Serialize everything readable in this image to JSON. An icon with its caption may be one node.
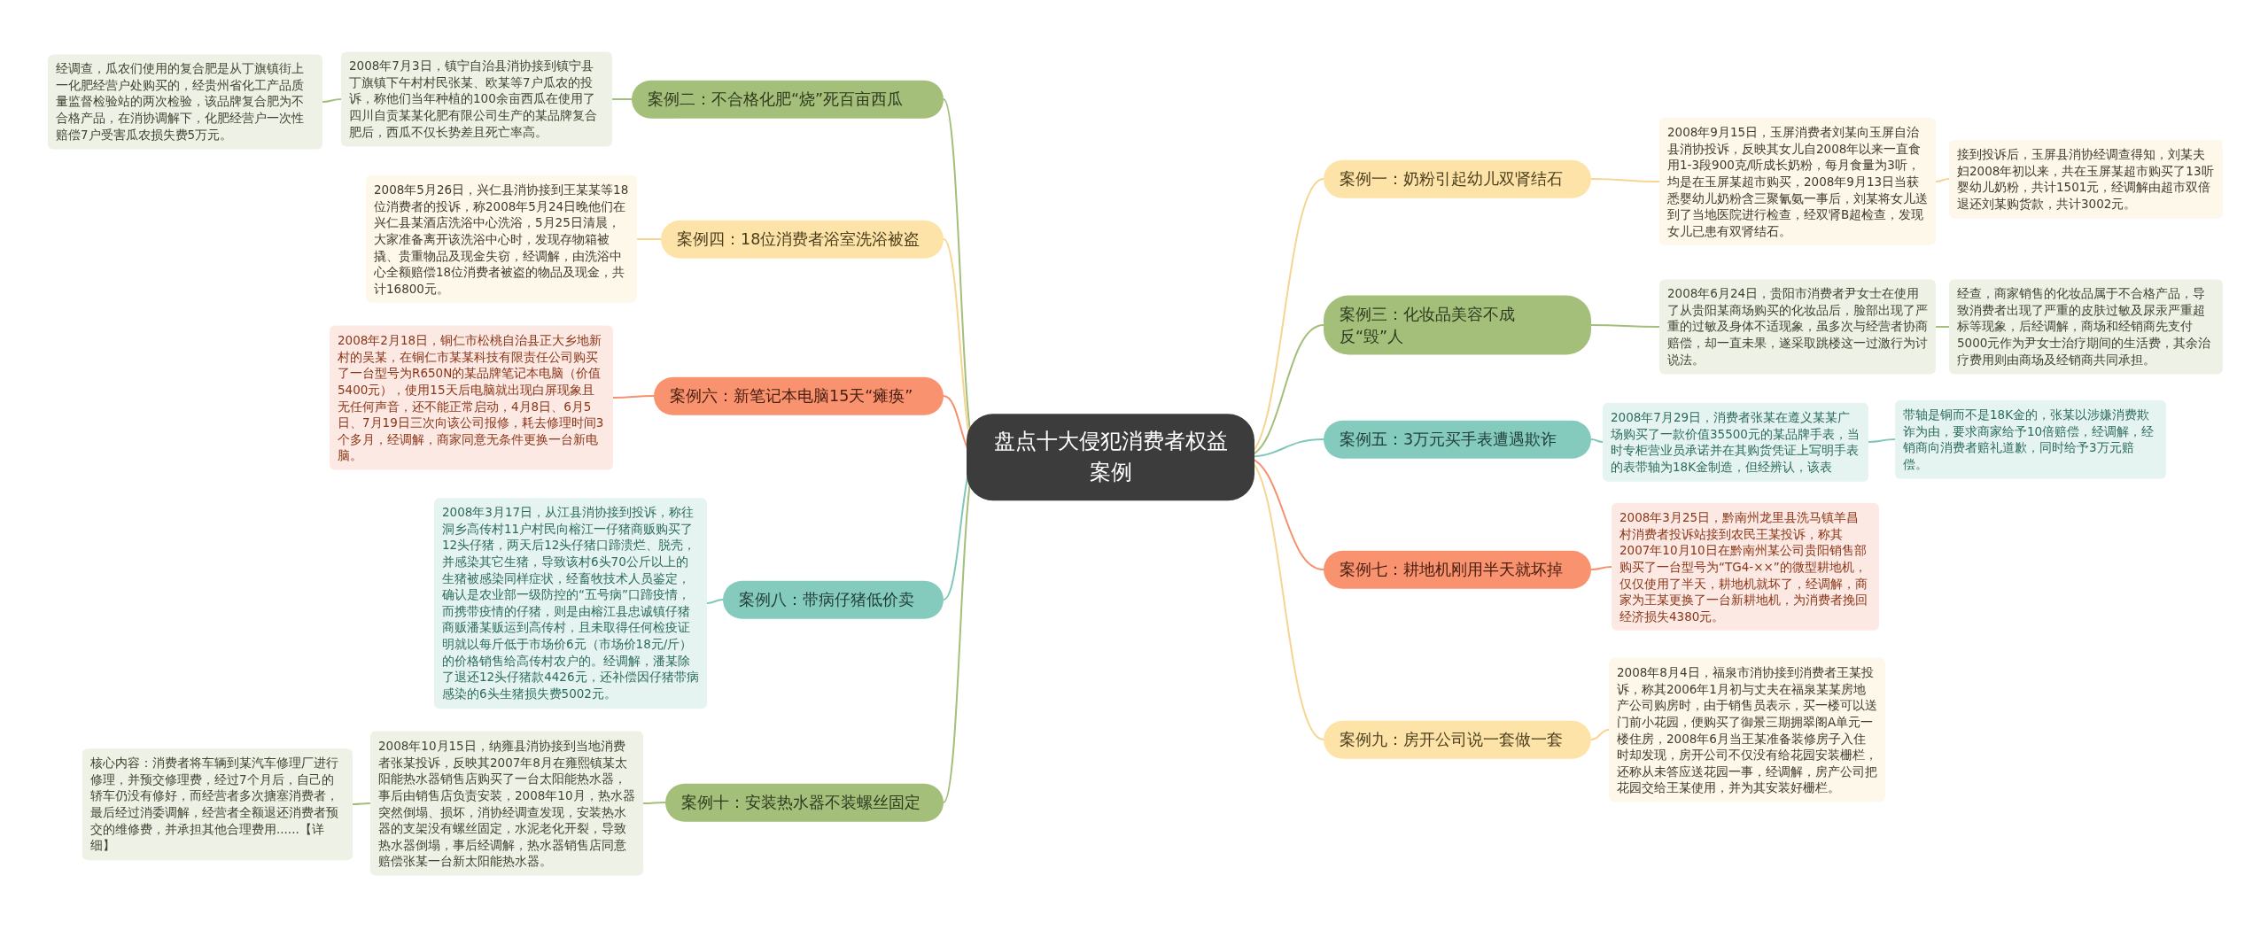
{
  "diagram": {
    "nodes": [
      {
        "text": [
          "盘点十大侵犯消费者权益案例"
        ]
      },
      {
        "text": [
          "案例二：不合格化肥“烧”死百亩西瓜"
        ]
      },
      {
        "text": [
          "2008年7月3日，镇宁自治县消协接到镇宁县丁旗镇下午村村民张某、欧某等7户瓜农的投诉，称他们当年种植的100余亩西瓜在使用了四川自贡某某化肥有限公司生产的某品牌复合肥后，西瓜不仅长势差且死亡率高。"
        ]
      },
      {
        "text": [
          "经调查，瓜农们使用的复合肥是从丁旗镇街上一化肥经营户处购买的，经贵州省化工产品质量监督检验站的两次检验，该品牌复合肥为不合格产品，在消协调解下，化肥经营户一次性赔偿7户受害瓜农损失费5万元。"
        ]
      },
      {
        "text": [
          "案例四：18位消费者浴室洗浴被盗"
        ]
      },
      {
        "text": [
          "2008年5月26日，兴仁县消协接到王某某等18位消费者的投诉，称2008年5月24日晚他们在兴仁县某酒店洗浴中心洗浴，5月25日清晨，大家准备离开该洗浴中心时，发现存物箱被撬、贵重物品及现金失窃，经调解，由洗浴中心全额赔偿18位消费者被盗的物品及现金，共计16800元。"
        ]
      },
      {
        "text": [
          "案例六：新笔记本电脑15天“瘫痪”"
        ]
      },
      {
        "text": [
          "2008年2月18日，铜仁市松桃自治县正大乡地新村的吴某，在铜仁市某某科技有限责任公司购买了一台型号为R650N的某品牌笔记本电脑（价值5400元），使用15天后电脑就出现白屏现象且无任何声音，还不能正常启动，4月8日、6月5日、7月19日三次向该公司报修，耗去修理时间3个多月，经调解，商家同意无条件更换一台新电脑。"
        ]
      },
      {
        "text": [
          "案例八：带病仔猪低价卖"
        ]
      },
      {
        "text": [
          "2008年3月17日，从江县消协接到投诉，称往洞乡高传村11户村民向榕江一仔猪商贩购买了12头仔猪，两天后12头仔猪口蹄溃烂、脱壳，并感染其它生猪，导致该村6头70公斤以上的生猪被感染同样症状，经畜牧技术人员鉴定，确认是农业部一级防控的“五号病”口蹄疫情，而携带疫情的仔猪，则是由榕江县忠诚镇仔猪商贩潘某贩运到高传村，且未取得任何检疫证明就以每斤低于市场价6元（市场价18元/斤）的价格销售给高传村农户的。经调解，潘某除了退还12头仔猪款4426元，还补偿因仔猪带病感染的6头生猪损失费5002元。"
        ]
      },
      {
        "text": [
          "案例十：安装热水器不装螺丝固定"
        ]
      },
      {
        "text": [
          "2008年10月15日，纳雍县消协接到当地消费者张某投诉，反映其2007年8月在雍熙镇某太阳能热水器销售店购买了一台太阳能热水器，事后由销售店负责安装，2008年10月，热水器突然倒塌、损坏，消协经调查发现，安装热水器的支架没有螺丝固定，水泥老化开裂，导致热水器倒塌，事后经调解，热水器销售店同意赔偿张某一台新太阳能热水器。"
        ]
      },
      {
        "text": [
          "核心内容：消费者将车辆到某汽车修理厂进行修理，并预交修理费，经过7个月后，自己的轿车仍没有修好，而经营者多次搪塞消费者，最后经过消委调解，经营者全额退还消费者预交的维修费，并承担其他合理费用......【详细】"
        ]
      },
      {
        "text": [
          "案例一：奶粉引起幼儿双肾结石"
        ]
      },
      {
        "text": [
          "2008年9月15日，玉屏消费者刘某向玉屏自治县消协投诉，反映其女儿自2008年以来一直食用1-3段900克/听成长奶粉，每月食量为3听，均是在玉屏某超市购买，2008年9月13日当获悉婴幼儿奶粉含三聚氰氨一事后，刘某将女儿送到了当地医院进行检查，经双肾B超检查，发现女儿已患有双肾结石。"
        ]
      },
      {
        "text": [
          "接到投诉后，玉屏县消协经调查得知，刘某夫妇2008年初以来，共在玉屏某超市购买了13听婴幼儿奶粉，共计1501元，经调解由超市双倍退还刘某购货款，共计3002元。"
        ]
      },
      {
        "text": [
          "案例三：化妆品美容不成反“毁”人"
        ]
      },
      {
        "text": [
          "2008年6月24日，贵阳市消费者尹女士在使用了从贵阳某商场购买的化妆品后，脸部出现了严重的过敏及身体不适现象，虽多次与经营者协商赔偿，却一直未果，遂采取跳楼这一过激行为讨说法。"
        ]
      },
      {
        "text": [
          "经查，商家销售的化妆品属于不合格产品，导致消费者出现了严重的皮肤过敏及尿汞严重超标等现象，后经调解，商场和经销商先支付5000元作为尹女士治疗期间的生活费，其余治疗费用则由商场及经销商共同承担。"
        ]
      },
      {
        "text": [
          "案例五：3万元买手表遭遇欺诈"
        ]
      },
      {
        "text": [
          "2008年7月29日，消费者张某在遵义某某广场购买了一款价值35500元的某品牌手表，当时专柜营业员承诺并在其购货凭证上写明手表的表带轴为18K金制造，但经辨认，该表"
        ]
      },
      {
        "text": [
          "带轴是铜而不是18K金的，张某以涉嫌消费欺诈为由，要求商家给予10倍赔偿，经调解，经销商向消费者赔礼道歉，同时给予3万元赔偿。"
        ]
      },
      {
        "text": [
          "案例七：耕地机刚用半天就坏掉"
        ]
      },
      {
        "text": [
          "2008年3月25日，黔南州龙里县洗马镇羊昌村消费者投诉站接到农民王某投诉，称其2007年10月10日在黔南州某公司贵阳销售部购买了一台型号为“TG4-××”的微型耕地机，仅仅使用了半天，耕地机就坏了，经调解，商家为王某更换了一台新耕地机，为消费者挽回经济损失4380元。"
        ]
      },
      {
        "text": [
          "案例九：房开公司说一套做一套"
        ]
      },
      {
        "text": [
          "2008年8月4日，福泉市消协接到消费者王某投诉，称其2006年1月初与丈夫在福泉某某房地产公司购房时，由于销售员表示，买一楼可以送门前小花园，便购买了御景三期拥翠阁A单元一楼住房，2008年6月当王某准备装修房子入住时却发现，房开公司不仅没有给花园安装栅栏，还称从未答应送花园一事，经调解，房产公司把花园交给王某使用，并为其安装好栅栏。"
        ]
      }
    ],
    "edges": [
      {
        "from": 0,
        "to": 1,
        "arrow": "none"
      },
      {
        "from": 1,
        "to": 2,
        "arrow": "none"
      },
      {
        "from": 2,
        "to": 3,
        "arrow": "none"
      },
      {
        "from": 0,
        "to": 4,
        "arrow": "none",
        "color": "#f5d591"
      },
      {
        "from": 4,
        "to": 5,
        "arrow": "none",
        "color": "#f5d591"
      },
      {
        "from": 0,
        "to": 6,
        "arrow": "none",
        "color": "#f4916f"
      },
      {
        "from": 6,
        "to": 7,
        "arrow": "none",
        "color": "#f4916f"
      },
      {
        "from": 0,
        "to": 8,
        "arrow": "none",
        "color": "#7fc8b9"
      },
      {
        "from": 8,
        "to": 9,
        "arrow": "none",
        "color": "#7fc8b9"
      },
      {
        "from": 0,
        "to": 10,
        "arrow": "none"
      },
      {
        "from": 10,
        "to": 11,
        "arrow": "none"
      },
      {
        "from": 11,
        "to": 12,
        "arrow": "none"
      },
      {
        "from": 0,
        "to": 13,
        "arrow": "none",
        "color": "#f5d591"
      },
      {
        "from": 13,
        "to": 14,
        "arrow": "none",
        "color": "#f5d591"
      },
      {
        "from": 14,
        "to": 15,
        "arrow": "none",
        "color": "#f5d591"
      },
      {
        "from": 0,
        "to": 16,
        "arrow": "none"
      },
      {
        "from": 16,
        "to": 17,
        "arrow": "none"
      },
      {
        "from": 17,
        "to": 18,
        "arrow": "none"
      },
      {
        "from": 0,
        "to": 19,
        "arrow": "none",
        "color": "#7fc8b9"
      },
      {
        "from": 19,
        "to": 20,
        "arrow": "none",
        "color": "#7fc8b9"
      },
      {
        "from": 20,
        "to": 21,
        "arrow": "none",
        "color": "#7fc8b9"
      },
      {
        "from": 0,
        "to": 22,
        "arrow": "none",
        "color": "#f4916f"
      },
      {
        "from": 22,
        "to": 23,
        "arrow": "none",
        "color": "#f4916f"
      },
      {
        "from": 0,
        "to": 24,
        "arrow": "none",
        "color": "#f5d591"
      },
      {
        "from": 24,
        "to": 25,
        "arrow": "none",
        "color": "#f5d591"
      }
    ]
  }
}
